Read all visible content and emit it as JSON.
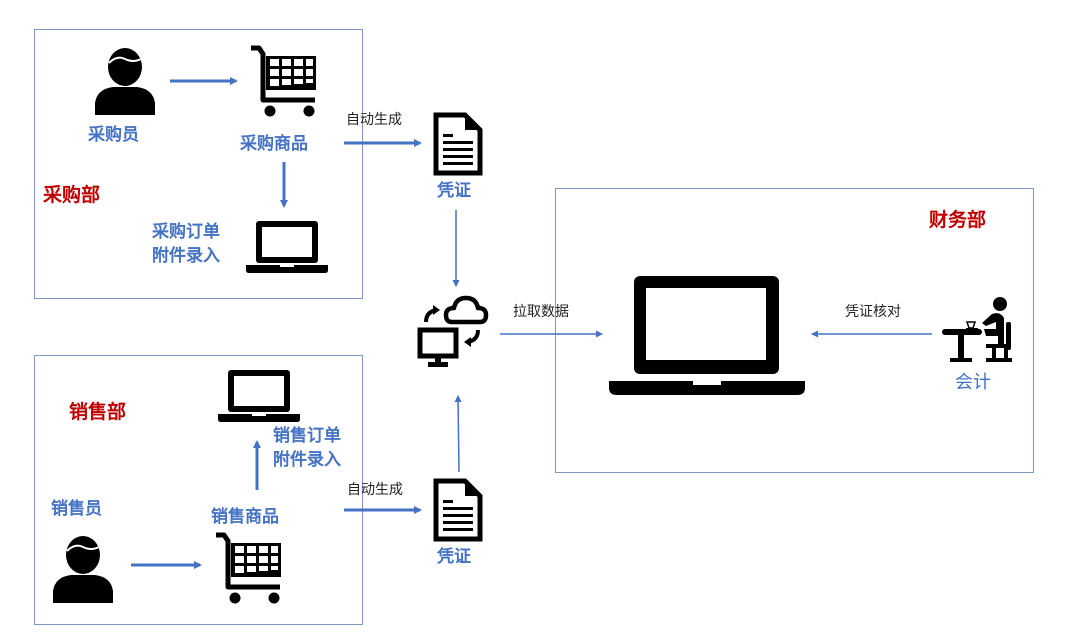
{
  "departments": {
    "purchasing": {
      "title": "采购部",
      "actor": "采购员",
      "action": "采购商品",
      "order_entry": [
        "采购订单",
        "附件录入"
      ]
    },
    "sales": {
      "title": "销售部",
      "actor": "销售员",
      "action": "销售商品",
      "order_entry": [
        "销售订单",
        "附件录入"
      ]
    },
    "finance": {
      "title": "财务部",
      "actor": "会计"
    }
  },
  "flows": {
    "auto_generate_top": "自动生成",
    "auto_generate_bottom": "自动生成",
    "voucher_top": "凭证",
    "voucher_bottom": "凭证",
    "pull_data": "拉取数据",
    "voucher_check": "凭证核对"
  },
  "icons": {
    "person": "person-icon",
    "cart": "shopping-cart-icon",
    "laptop": "laptop-icon",
    "document": "document-icon",
    "cloud_sync": "cloud-sync-icon",
    "accountant": "accountant-at-desk-icon"
  },
  "colors": {
    "label_blue": "#4472c4",
    "dept_red": "#c00000",
    "border": "#7f97c4",
    "arrow": "#4472c4"
  }
}
